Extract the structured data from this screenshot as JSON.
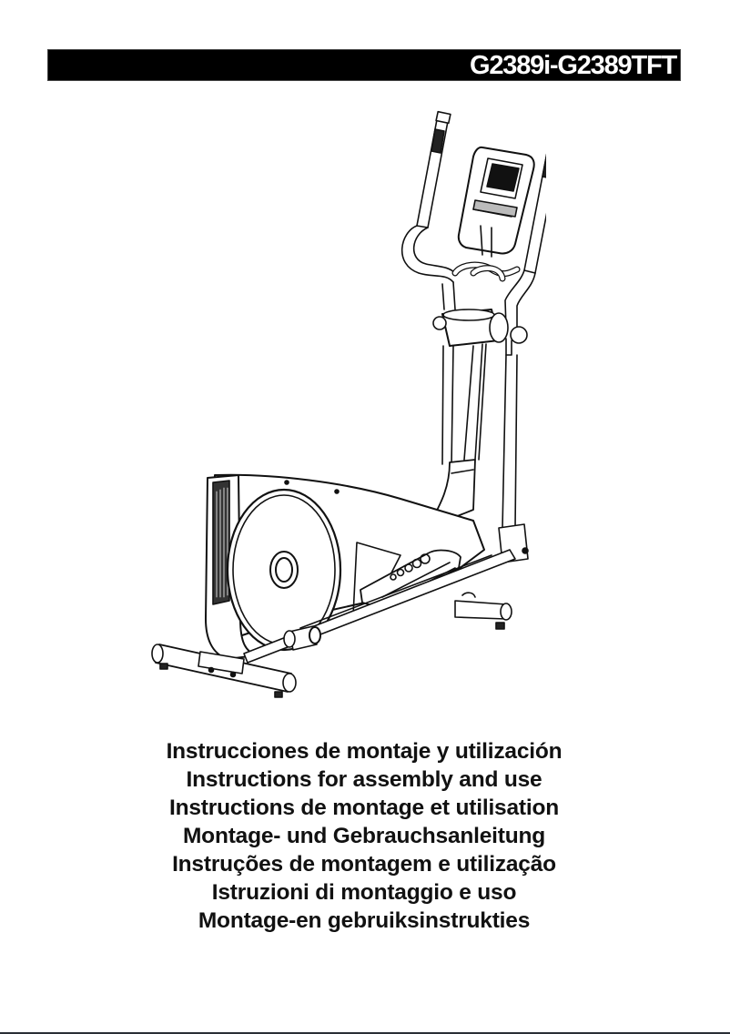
{
  "header": {
    "model": "G2389i-G2389TFT",
    "bar_color": "#000000",
    "text_color": "#ffffff"
  },
  "illustration": {
    "subject": "elliptical-cross-trainer",
    "style": "black line drawing"
  },
  "titles": [
    "Instrucciones de montaje y utilización",
    "Instructions for assembly and use",
    "Instructions de montage et utilisation",
    "Montage- und Gebrauchsanleitung",
    "Instruções de montagem e utilização",
    "Istruzioni di montaggio e uso",
    "Montage-en gebruiksinstrukties"
  ]
}
